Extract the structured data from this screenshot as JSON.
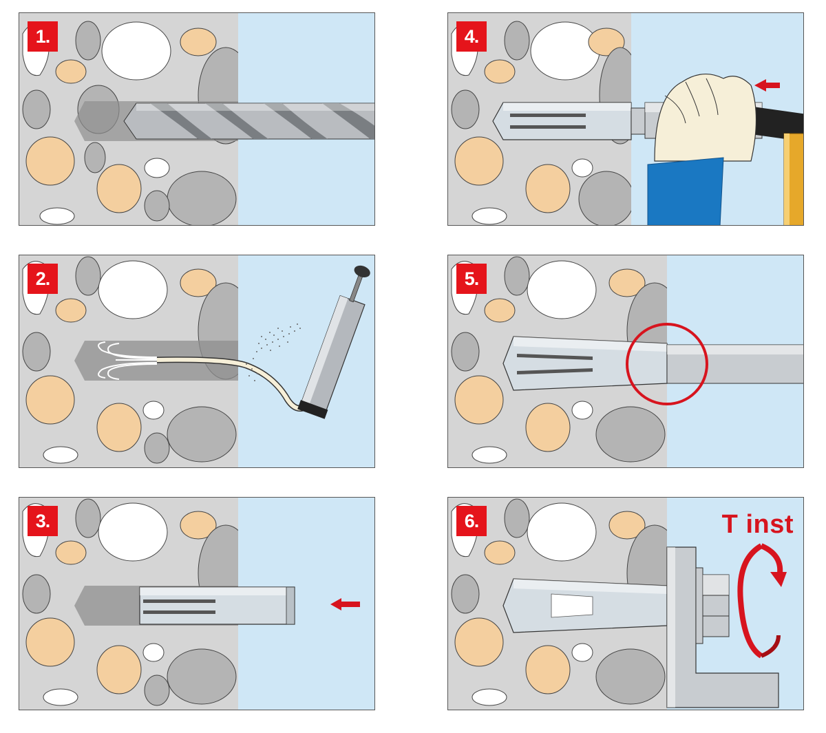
{
  "steps": [
    {
      "number": "1.",
      "action": "drill-hole"
    },
    {
      "number": "2.",
      "action": "clean-hole-with-blow-pump"
    },
    {
      "number": "3.",
      "action": "insert-anchor"
    },
    {
      "number": "4.",
      "action": "drive-in-with-setting-tool-and-hammer"
    },
    {
      "number": "5.",
      "action": "check-setting-mark"
    },
    {
      "number": "6.",
      "action": "apply-installation-torque"
    }
  ],
  "torque_label": "T inst",
  "colors": {
    "badge": "#e5141b",
    "concrete": "#d5d5d5",
    "air": "#cfe7f6",
    "aggregate_grey": "#b4b4b4",
    "aggregate_tan": "#f4cf9f",
    "steel": "#c8ccd0",
    "sleeve": "#d5dde3",
    "arrow": "#d7141e",
    "sleeve_blue": "#1a78c2"
  },
  "icons": [
    "drill-bit-icon",
    "blow-pump-icon",
    "hammer-icon",
    "hand-icon",
    "rotation-arrow-icon",
    "push-arrow-icon"
  ]
}
